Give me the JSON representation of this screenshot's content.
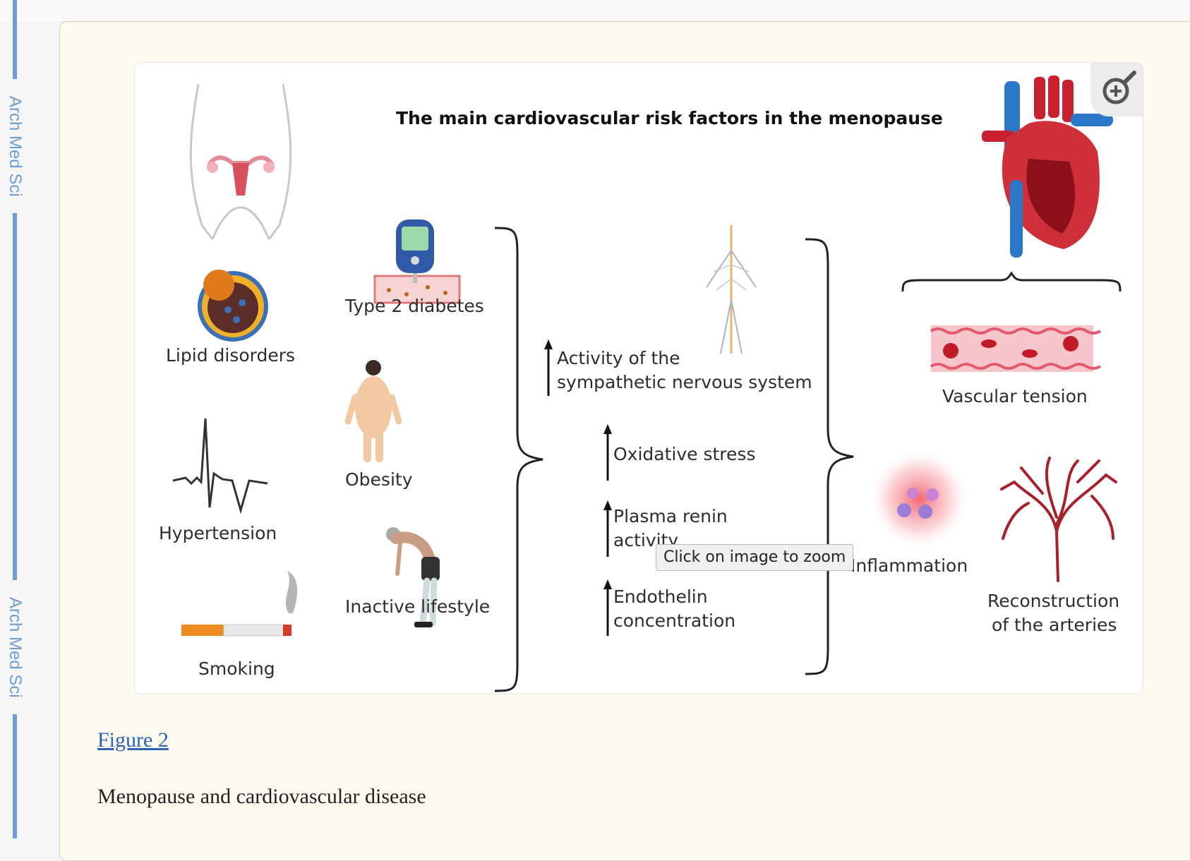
{
  "sidebar": {
    "label_top": "Arch Med Sci",
    "label_bottom": "Arch Med Sci"
  },
  "figure": {
    "title": "The main cardiovascular risk factors in the menopause",
    "labels": {
      "lipid": "Lipid disorders",
      "hypertension": "Hypertension",
      "smoking": "Smoking",
      "diabetes": "Type 2 diabetes",
      "obesity": "Obesity",
      "inactive": "Inactive lifestyle",
      "sympathetic_1": "Activity of the",
      "sympathetic_2": "sympathetic nervous system",
      "oxidative": "Oxidative stress",
      "renin_1": "Plasma renin",
      "renin_2": "activity",
      "endothelin_1": "Endothelin",
      "endothelin_2": "concentration",
      "vascular": "Vascular tension",
      "inflammation": "Inflammation",
      "reconstruction_1": "Reconstruction",
      "reconstruction_2": "of the arteries"
    },
    "zoom_tooltip": "Click on image to zoom",
    "icons": [
      "female-pelvis-icon",
      "lipid-particle-icon",
      "ecg-icon",
      "cigarette-icon",
      "glucose-meter-icon",
      "obese-person-icon",
      "bent-person-icon",
      "nervous-system-icon",
      "heart-icon",
      "blood-vessel-icon",
      "inflammation-cells-icon",
      "arteries-icon",
      "zoom-in-icon"
    ]
  },
  "caption": {
    "figure_link": "Figure 2",
    "text": "Menopause and cardiovascular disease"
  }
}
